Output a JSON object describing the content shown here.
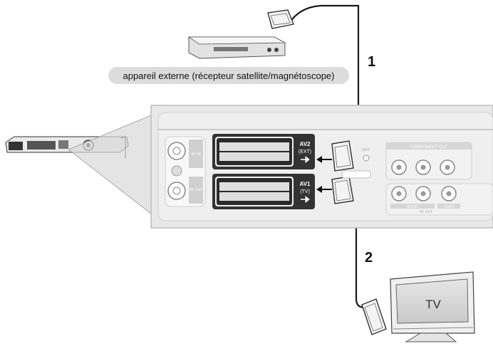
{
  "caption": "appareil externe (récepteur satellite/magnétoscope)",
  "steps": {
    "one": "1",
    "two": "2"
  },
  "tv": {
    "label": "TV"
  },
  "panel": {
    "av2_line1": "AV2",
    "av2_line2": "(EXT)",
    "av1_line1": "AV1",
    "av1_line2": "(TV)",
    "component_out": "COMPONENT OUT",
    "audio_out": "AUDIO",
    "video_label": "VIDEO",
    "av_out": "AV OUT",
    "out_label": "OUT",
    "rf_in": "RF IN",
    "rf_out": "RF OUT"
  },
  "colors": {
    "panel_fill": "#e9e9e9",
    "panel_stroke": "#bdbdbd",
    "scart_dark": "#2a2a2a",
    "cable": "#1a1a1a",
    "caption_bg": "#dcdcdc"
  }
}
